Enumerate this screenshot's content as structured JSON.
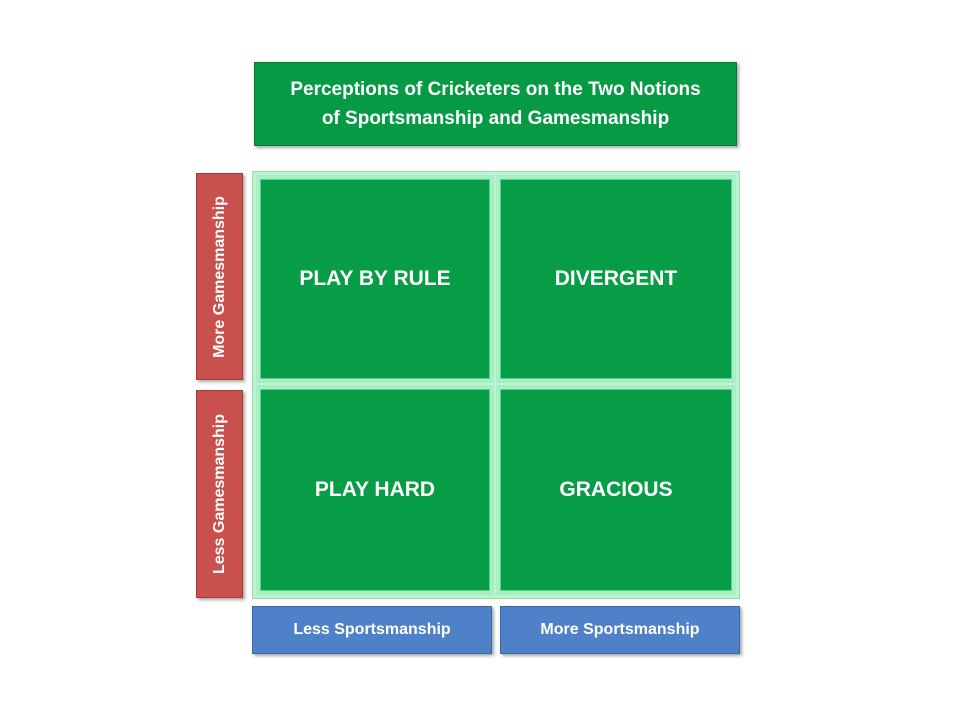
{
  "title": {
    "line1": "Perceptions of Cricketers on the Two Notions",
    "line2": "of Sportsmanship and Gamesmanship"
  },
  "quadrants": {
    "top_left": "PLAY BY RULE",
    "top_right": "DIVERGENT",
    "bottom_left": "PLAY HARD",
    "bottom_right": "GRACIOUS"
  },
  "y_axis": {
    "top": "More Gamesmanship",
    "bottom": "Less Gamesmanship"
  },
  "x_axis": {
    "left": "Less Sportsmanship",
    "right": "More Sportsmanship"
  },
  "colors": {
    "quadrant_green": "#079c46",
    "title_green": "#069a45",
    "gamesmanship_red": "#c9504d",
    "sportsmanship_blue": "#4f81c8"
  }
}
